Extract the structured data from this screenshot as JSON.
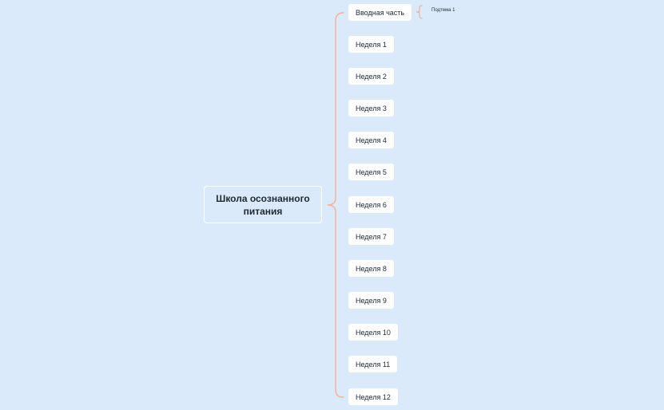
{
  "map": {
    "root_label": "Школа осознанного питания",
    "subtopic_label": "Подтема 1",
    "topics": [
      "Вводная часть",
      "Неделя 1",
      "Неделя 2",
      "Неделя 3",
      "Неделя 4",
      "Неделя 5",
      "Неделя 6",
      "Неделя 7",
      "Неделя 8",
      "Неделя 9",
      "Неделя 10",
      "Неделя 11",
      "Неделя 12"
    ]
  },
  "colors": {
    "background": "#daeafa",
    "connector": "#f2b195",
    "node_fill": "#ffffff",
    "text": "#1f2933"
  }
}
